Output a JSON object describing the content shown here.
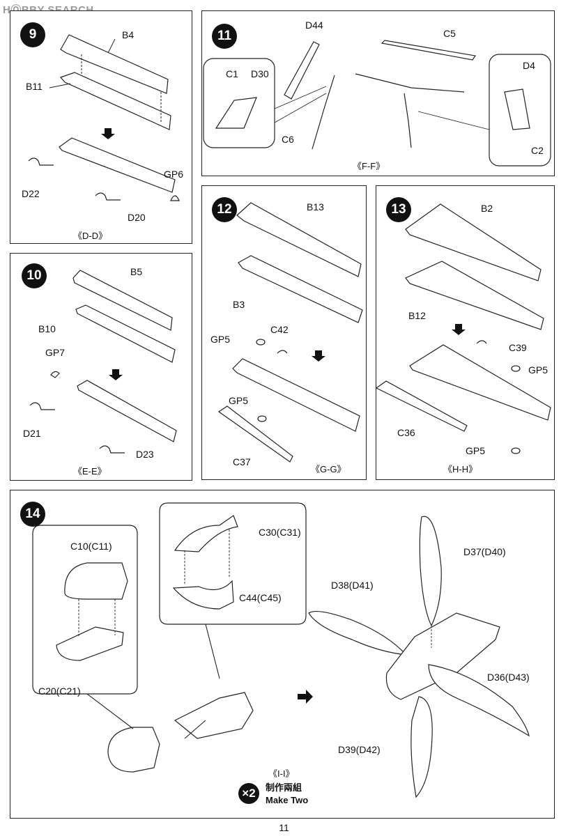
{
  "watermark": "HⓄBBY SEARCH",
  "page_number": "11",
  "steps": {
    "s9": {
      "number": "9",
      "section": "《D-D》",
      "labels": {
        "b4": "B4",
        "b11": "B11",
        "d22": "D22",
        "d20": "D20",
        "gp6": "GP6"
      }
    },
    "s10": {
      "number": "10",
      "section": "《E-E》",
      "labels": {
        "b5": "B5",
        "b10": "B10",
        "gp7": "GP7",
        "d21": "D21",
        "d23": "D23"
      }
    },
    "s11": {
      "number": "11",
      "section": "《F-F》",
      "labels": {
        "d44": "D44",
        "c5": "C5",
        "c1": "C1",
        "d30": "D30",
        "c6": "C6",
        "d4": "D4",
        "c2": "C2"
      }
    },
    "s12": {
      "number": "12",
      "section": "《G-G》",
      "labels": {
        "b13": "B13",
        "b3": "B3",
        "gp5a": "GP5",
        "c42": "C42",
        "gp5b": "GP5",
        "c37": "C37"
      }
    },
    "s13": {
      "number": "13",
      "section": "《H-H》",
      "labels": {
        "b2": "B2",
        "b12": "B12",
        "c39": "C39",
        "gp5a": "GP5",
        "c36": "C36",
        "gp5b": "GP5"
      }
    },
    "s14": {
      "number": "14",
      "section": "《I-I》",
      "labels": {
        "c10": "C10(C11)",
        "c20": "C20(C21)",
        "c30": "C30(C31)",
        "c44": "C44(C45)",
        "d37": "D37(D40)",
        "d38": "D38(D41)",
        "d36": "D36(D43)",
        "d39": "D39(D42)"
      },
      "multiplier": "×2",
      "note_cn": "制作兩組",
      "note_en": "Make Two"
    }
  }
}
